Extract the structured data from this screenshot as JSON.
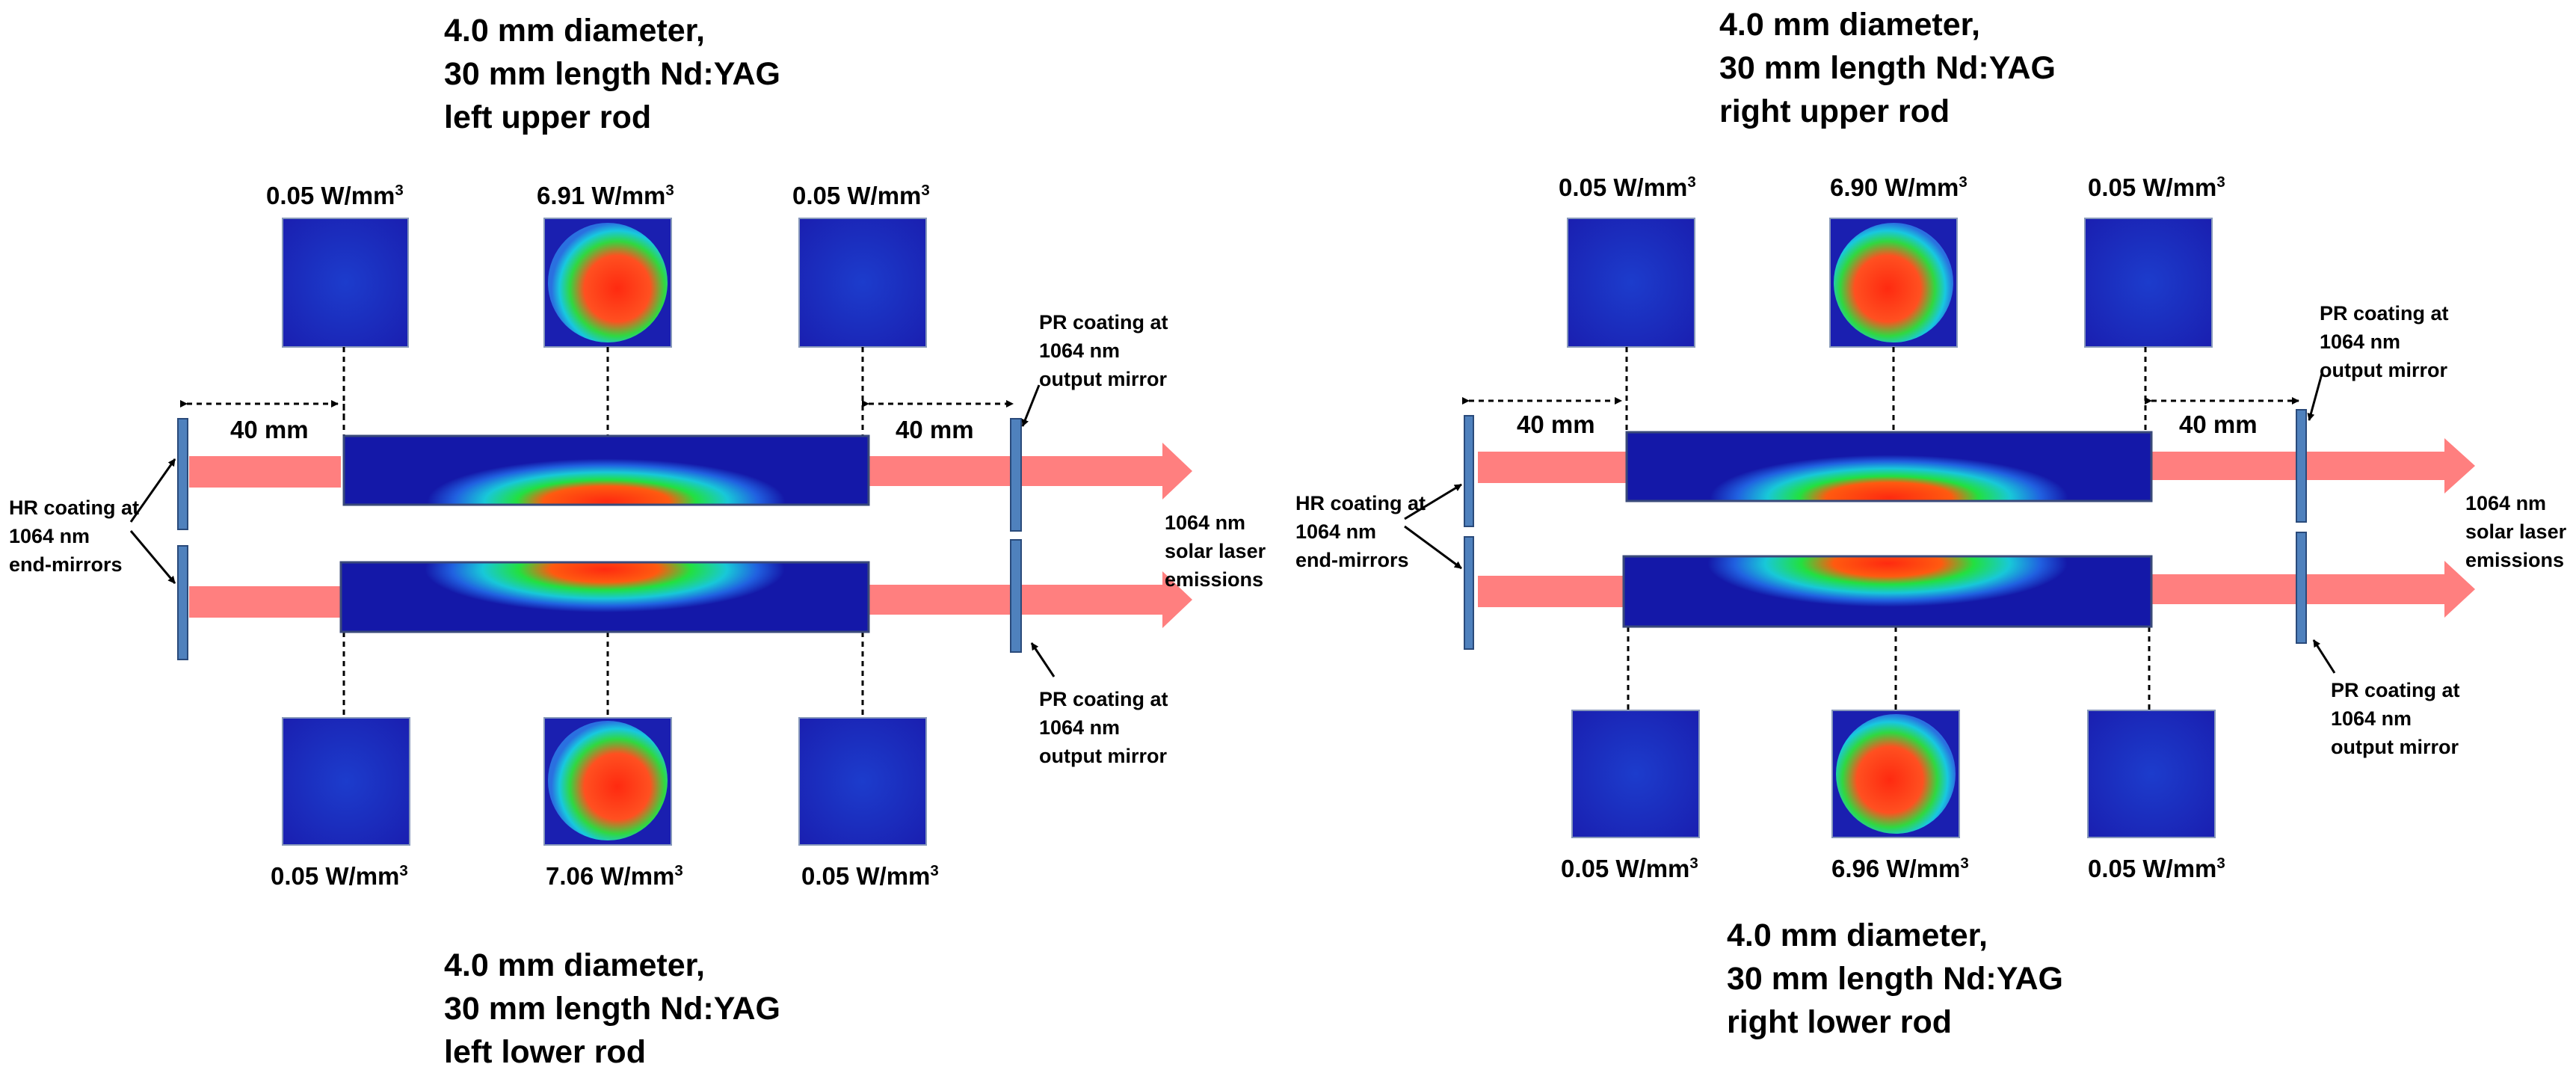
{
  "panels": [
    {
      "upper_rod": {
        "line1": "4.0 mm diameter,",
        "line2": "30 mm length Nd:YAG",
        "line3": "left upper rod"
      },
      "lower_rod": {
        "line1": "4.0 mm diameter,",
        "line2": "30 mm length Nd:YAG",
        "line3": "left lower rod"
      },
      "upper_densities": [
        "0.05 W/mm",
        "6.91 W/mm",
        "0.05 W/mm"
      ],
      "lower_densities": [
        "0.05 W/mm",
        "7.06 W/mm",
        "0.05 W/mm"
      ],
      "unit_exponent": "3",
      "distance_left": "40 mm",
      "distance_right": "40 mm",
      "hr_label": {
        "line1": "HR coating at",
        "line2": "1064 nm",
        "line3": "end-mirrors"
      },
      "pr_upper": {
        "line1": "PR coating at",
        "line2": "1064 nm",
        "line3": "output mirror"
      },
      "pr_lower": {
        "line1": "PR coating at",
        "line2": "1064 nm",
        "line3": "output mirror"
      },
      "emission": {
        "line1": "1064 nm",
        "line2": "solar laser",
        "line3": "emissions"
      }
    },
    {
      "upper_rod": {
        "line1": "4.0 mm diameter,",
        "line2": "30 mm length Nd:YAG",
        "line3": "right upper rod"
      },
      "lower_rod": {
        "line1": "4.0 mm diameter,",
        "line2": "30 mm length Nd:YAG",
        "line3": "right lower rod"
      },
      "upper_densities": [
        "0.05 W/mm",
        "6.90 W/mm",
        "0.05 W/mm"
      ],
      "lower_densities": [
        "0.05 W/mm",
        "6.96 W/mm",
        "0.05 W/mm"
      ],
      "unit_exponent": "3",
      "distance_left": "40 mm",
      "distance_right": "40 mm",
      "hr_label": {
        "line1": "HR coating at",
        "line2": "1064 nm",
        "line3": "end-mirrors"
      },
      "pr_upper": {
        "line1": "PR coating at",
        "line2": "1064 nm",
        "line3": "output mirror"
      },
      "pr_lower": {
        "line1": "PR coating at",
        "line2": "1064 nm",
        "line3": "output mirror"
      },
      "emission": {
        "line1": "1064 nm",
        "line2": "solar laser",
        "line3": "emissions"
      }
    }
  ],
  "colors": {
    "beam": "#ff7f7f",
    "mirror": "#4f81bd",
    "rod_dark": "#1a1fb0",
    "hot": "#ff3b1a",
    "warm": "#2ee040"
  }
}
